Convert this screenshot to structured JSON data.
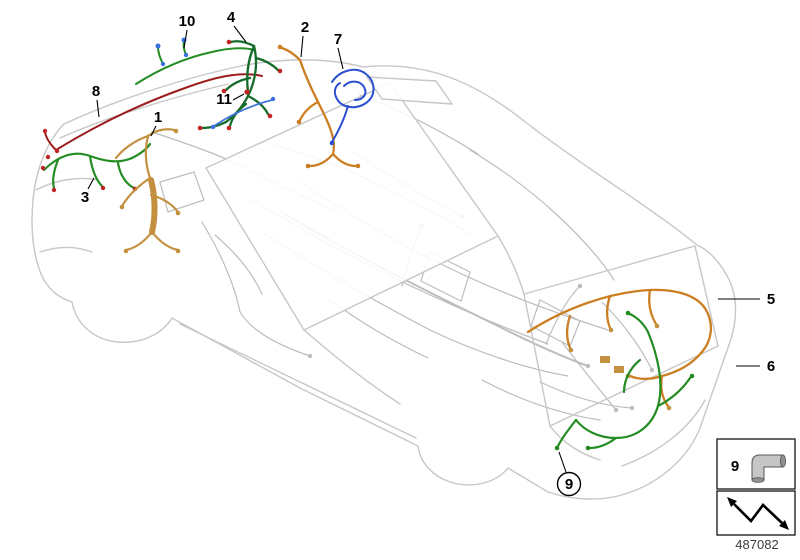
{
  "page": {
    "part_number": "487082",
    "background": "#ffffff"
  },
  "callouts": [
    {
      "label": "1"
    },
    {
      "label": "2"
    },
    {
      "label": "3"
    },
    {
      "label": "4"
    },
    {
      "label": "5"
    },
    {
      "label": "6"
    },
    {
      "label": "7"
    },
    {
      "label": "8"
    },
    {
      "label": "9"
    },
    {
      "label": "10"
    },
    {
      "label": "11"
    }
  ],
  "legend": {
    "item_label": "9",
    "connector_icon": "elbow-connector",
    "repair_link_icon": "zigzag-arrow"
  },
  "colors": {
    "body_outline": "#c7c7c7",
    "interior_wiring": "#bdbdbd",
    "harness_green": "#238c23",
    "harness_dark_green": "#156b2a",
    "harness_orange": "#cc7f22",
    "harness_tan": "#c2903e",
    "harness_red": "#9b1c1c",
    "harness_blue": "#2a4fd0",
    "harness_light_blue": "#3f74e0",
    "connector_red": "#c02424",
    "connector_blue": "#3a6fe0",
    "callout_text": "#000000"
  }
}
